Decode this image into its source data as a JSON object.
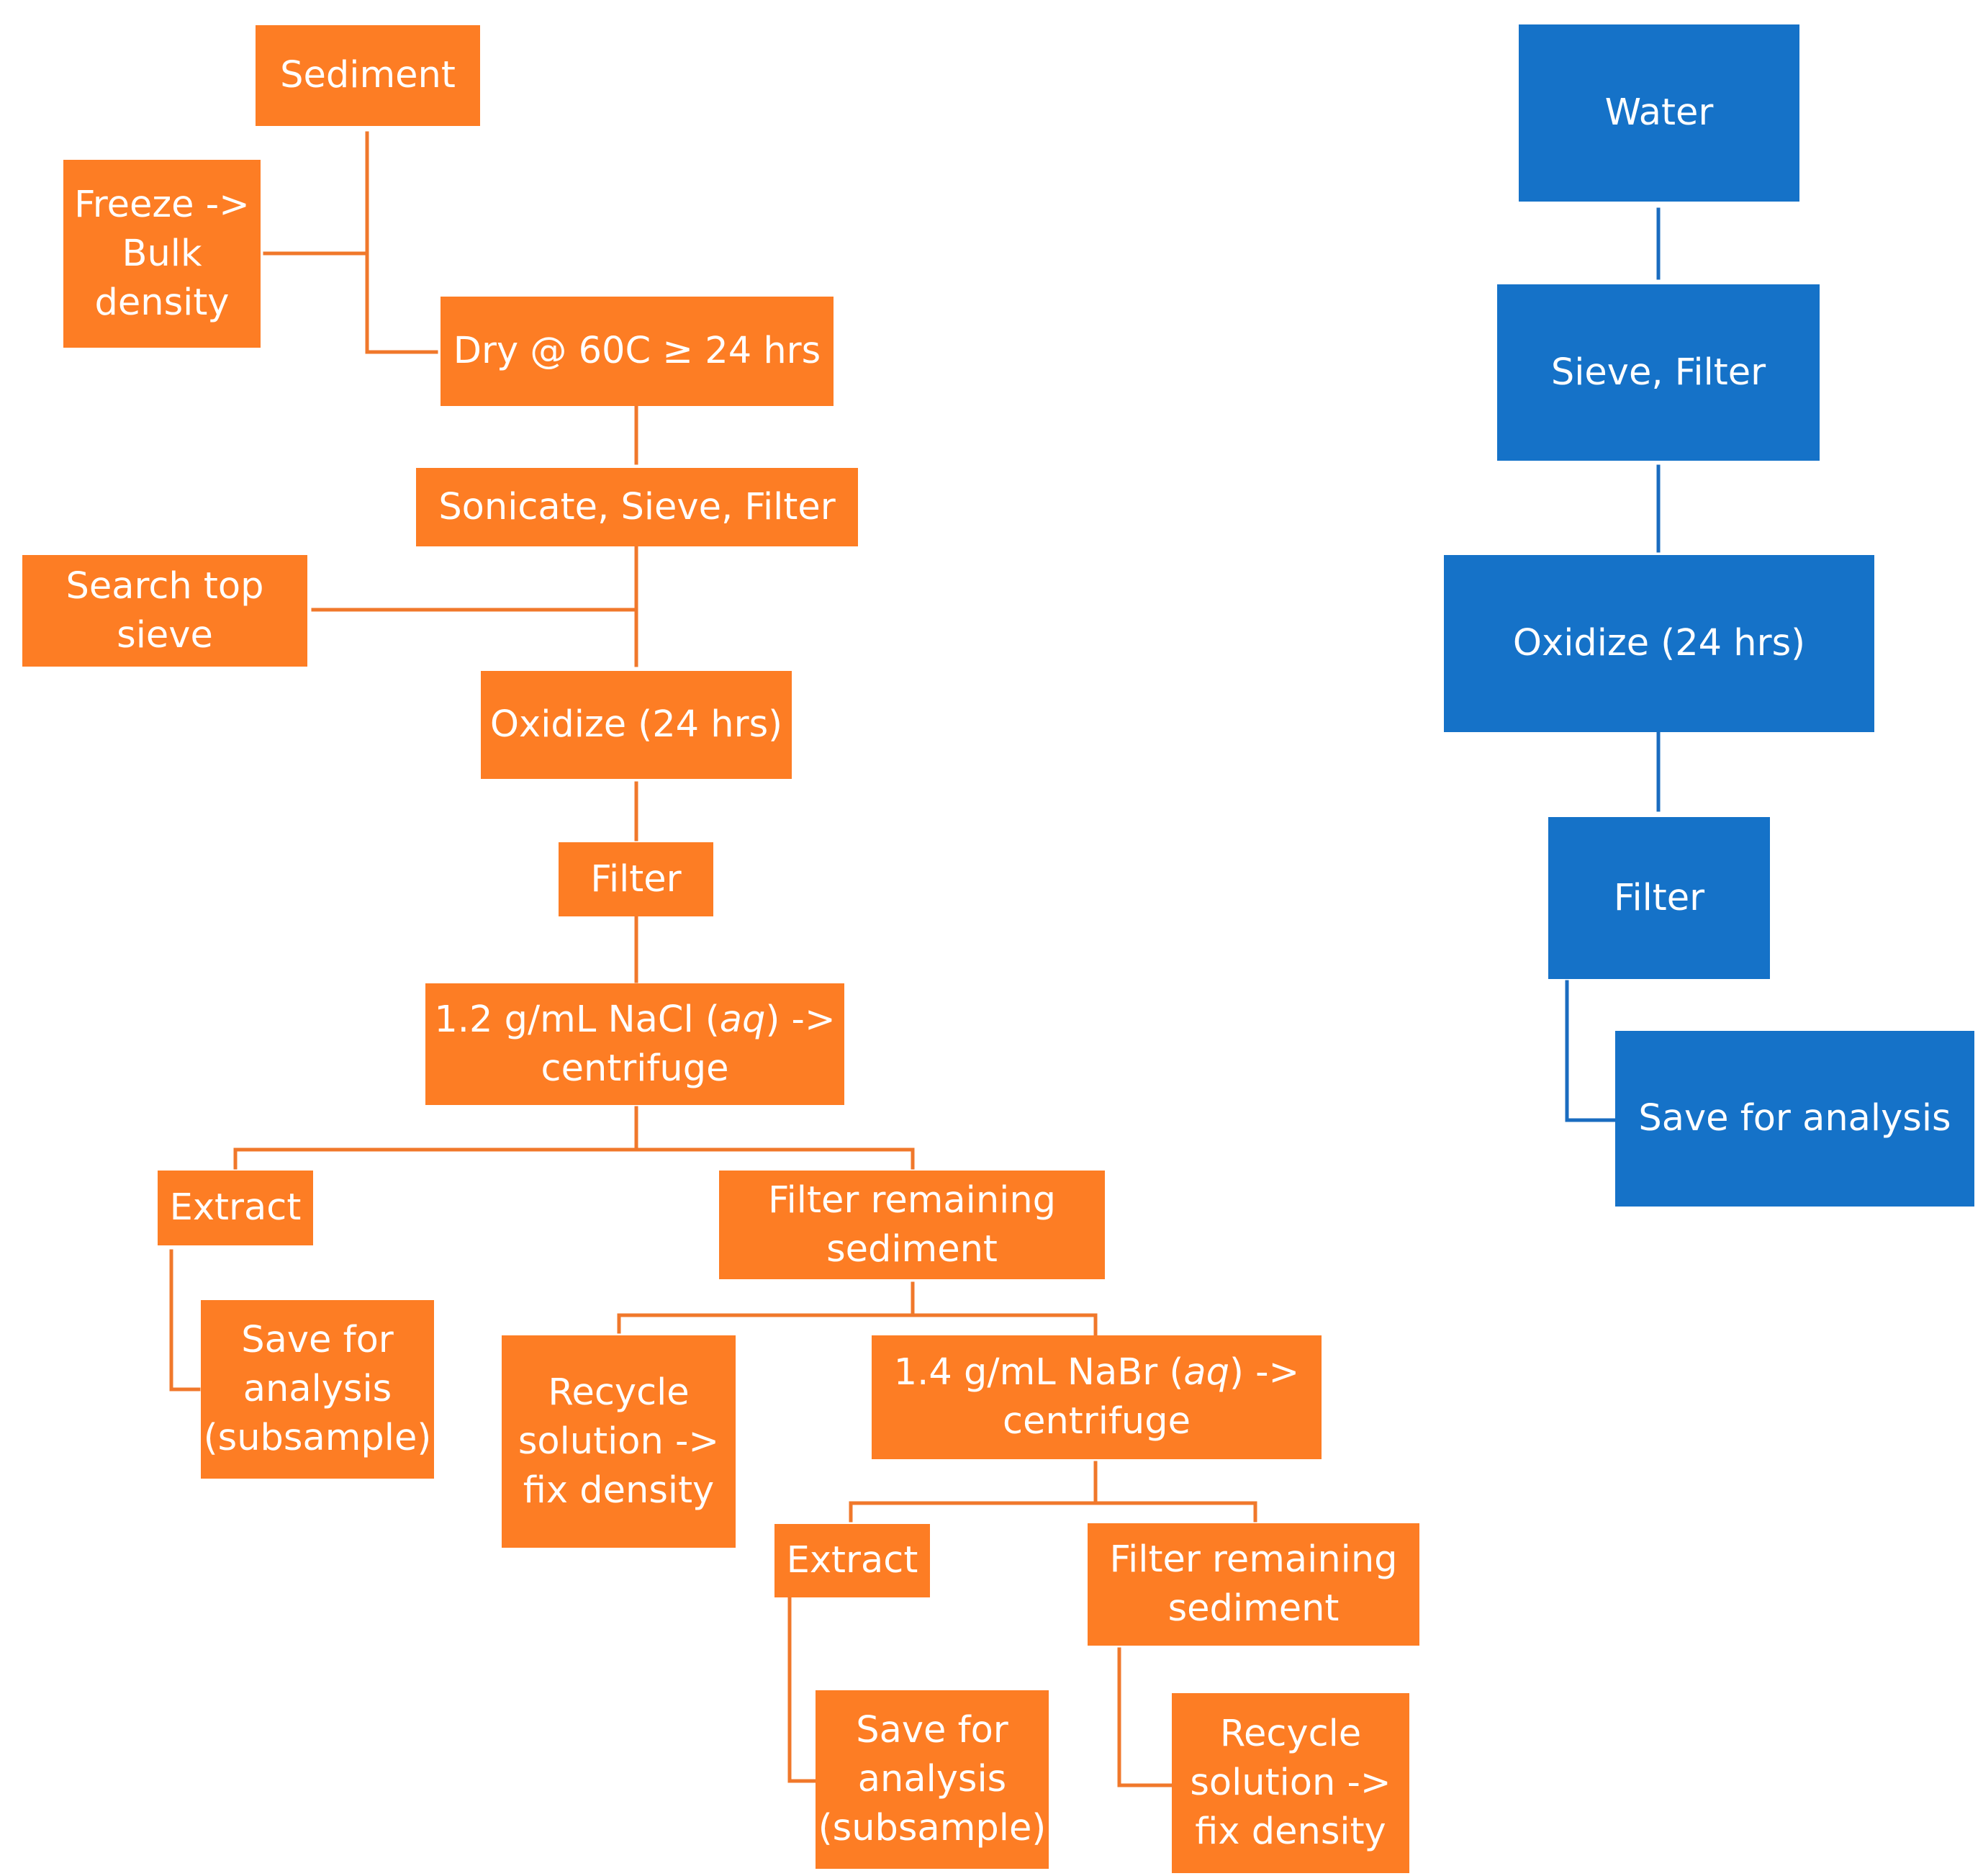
{
  "colors": {
    "sediment_flow": "#fd7d24",
    "water_flow": "#1572c8"
  },
  "sediment": {
    "sediment": "Sediment",
    "freeze": [
      "Freeze ->",
      "Bulk",
      "density"
    ],
    "dry": "Dry @ 60C ≥ 24 hrs",
    "sonicate": "Sonicate, Sieve, Filter",
    "search": [
      "Search top",
      "sieve"
    ],
    "oxidize": "Oxidize (24 hrs)",
    "filter": "Filter",
    "nacl": [
      "1.2 g/mL NaCl (",
      "aq",
      ") ->",
      "centrifuge"
    ],
    "extract1": "Extract",
    "filter_remaining1": [
      "Filter remaining",
      "sediment"
    ],
    "save1": [
      "Save for",
      "analysis",
      "(subsample)"
    ],
    "recycle1": [
      "Recycle",
      "solution ->",
      "fix density"
    ],
    "nabr": [
      "1.4 g/mL NaBr (",
      "aq",
      ") ->",
      "centrifuge"
    ],
    "extract2": "Extract",
    "filter_remaining2": [
      "Filter remaining",
      "sediment"
    ],
    "save2": [
      "Save for",
      "analysis",
      "(subsample)"
    ],
    "recycle2": [
      "Recycle",
      "solution ->",
      "fix density"
    ]
  },
  "water": {
    "water": "Water",
    "sieve_filter": "Sieve, Filter",
    "oxidize": "Oxidize (24 hrs)",
    "filter": "Filter",
    "save": "Save for analysis"
  }
}
